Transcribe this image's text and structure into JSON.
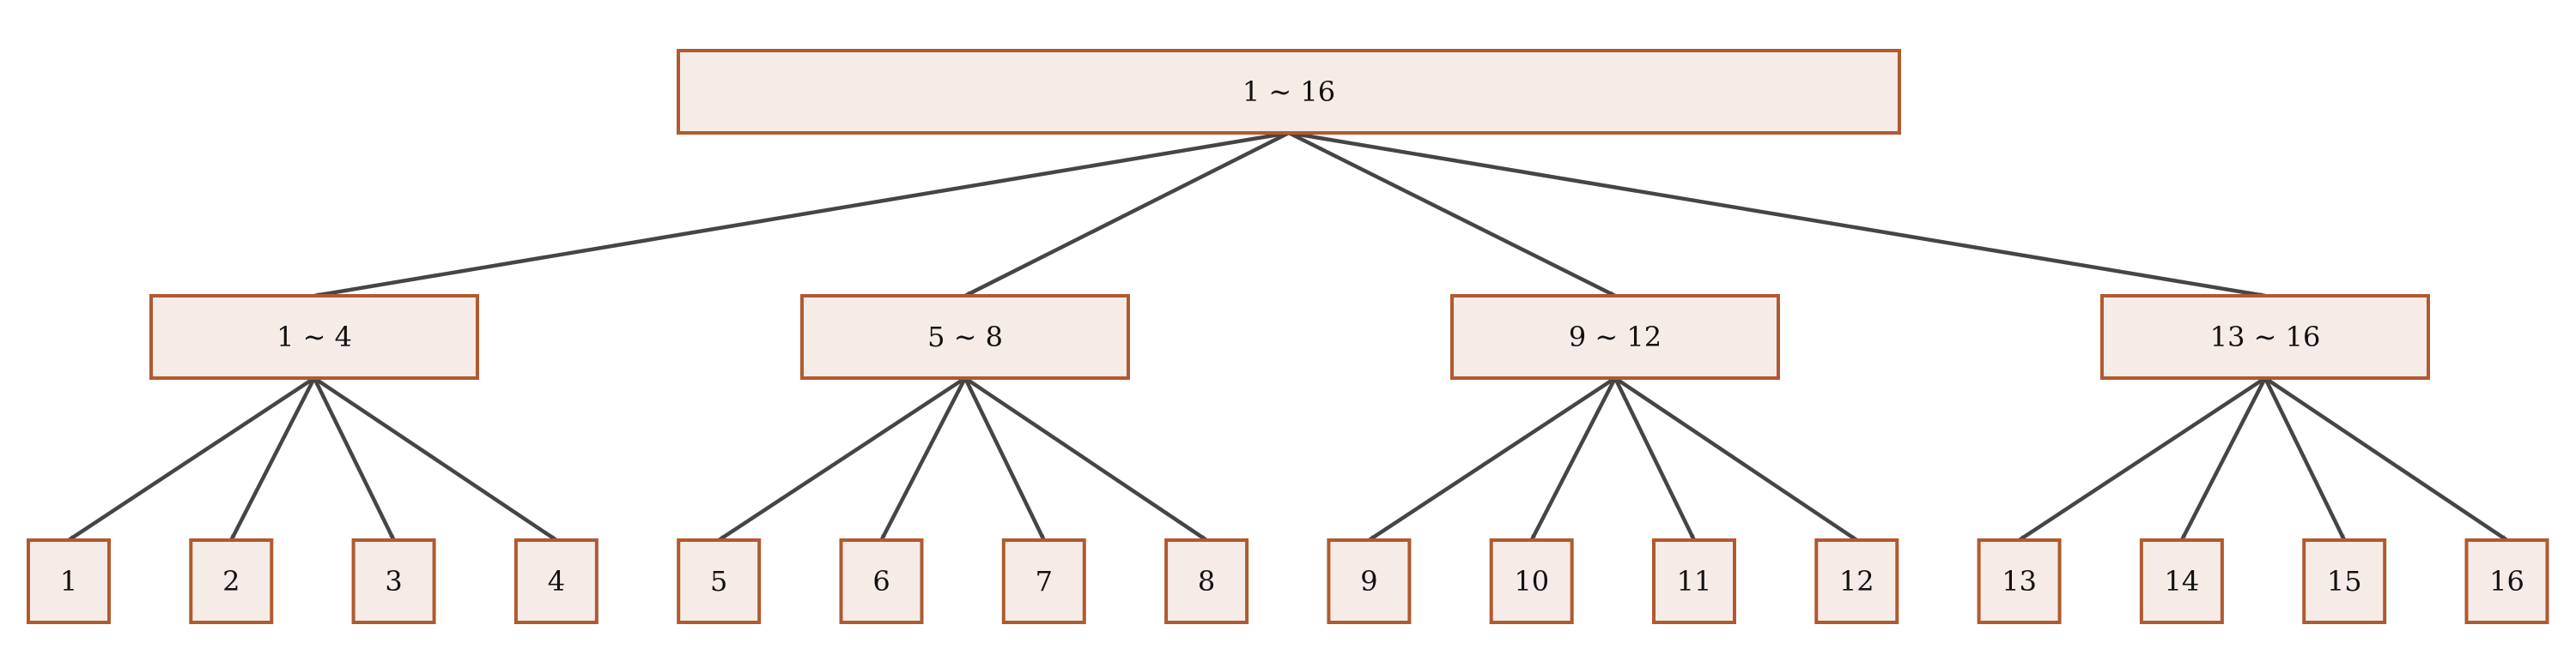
{
  "colors": {
    "node_fill": "#f5ebe7",
    "node_stroke": "#b05a2f",
    "edge": "#454545"
  },
  "tree": {
    "root": {
      "label": "1 ∼ 16"
    },
    "groups": [
      {
        "label": "1 ∼ 4",
        "leaves": [
          "1",
          "2",
          "3",
          "4"
        ]
      },
      {
        "label": "5 ∼ 8",
        "leaves": [
          "5",
          "6",
          "7",
          "8"
        ]
      },
      {
        "label": "9 ∼ 12",
        "leaves": [
          "9",
          "10",
          "11",
          "12"
        ]
      },
      {
        "label": "13 ∼ 16",
        "leaves": [
          "13",
          "14",
          "15",
          "16"
        ]
      }
    ]
  }
}
